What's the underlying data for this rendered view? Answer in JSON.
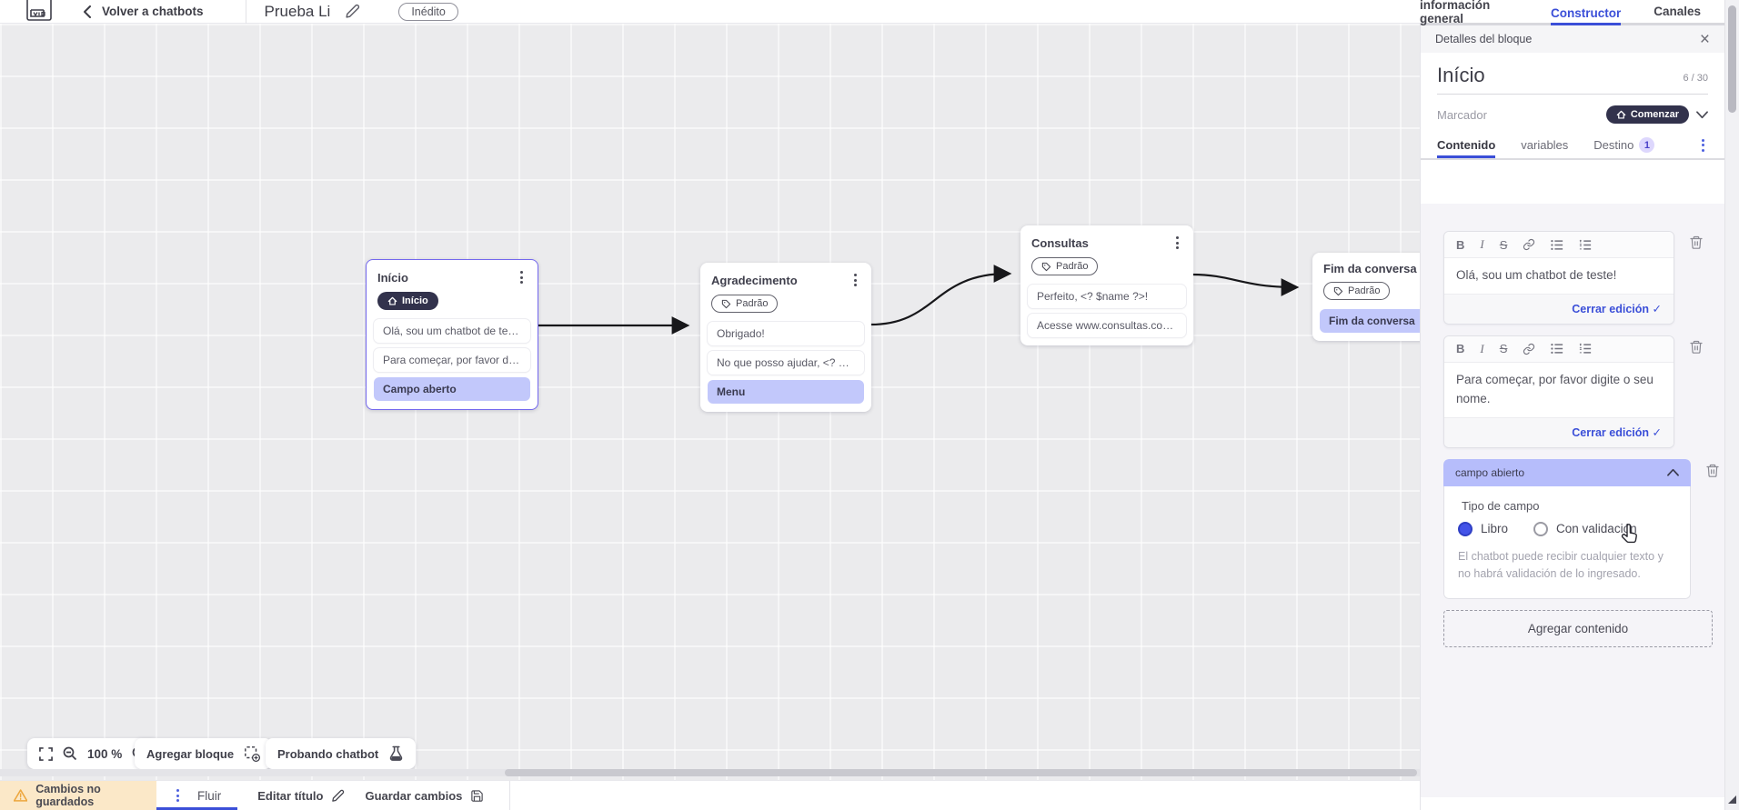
{
  "header": {
    "back_label": "Volver a chatbots",
    "chatbot_title": "Prueba Li",
    "status_badge": "Inédito",
    "nav_tabs": [
      {
        "label": "información general",
        "active": false
      },
      {
        "label": "Constructor",
        "active": true
      },
      {
        "label": "Canales",
        "active": false
      }
    ]
  },
  "panel": {
    "title": "Detalles del bloque",
    "block_name": "Início",
    "name_counter": "6 / 30",
    "marker_label": "Marcador",
    "marker_value": "Comenzar",
    "tabs": {
      "content": "Contenido",
      "variables": "variables",
      "destination": "Destino",
      "destination_badge": "1"
    },
    "richtext_toolbar": {
      "bold": "B",
      "italic": "I",
      "strike": "S"
    },
    "editors": [
      {
        "text": "Olá, sou um chatbot de teste!",
        "close_label": "Cerrar edición",
        "check": "✓"
      },
      {
        "text": "Para começar, por favor digite o seu nome.",
        "close_label": "Cerrar edición",
        "check": "✓"
      }
    ],
    "open_field": {
      "header": "campo abierto",
      "type_label": "Tipo de campo",
      "option_free": "Libro",
      "option_validated": "Con validación",
      "help_text": "El chatbot puede recibir cualquier texto y no habrá validación de lo ingresado."
    },
    "add_content_label": "Agregar contenido",
    "close_label": "×"
  },
  "canvas": {
    "blocks": [
      {
        "title": "Início",
        "badge": "Início",
        "rows": [
          "Olá, sou um chatbot de teste!",
          "Para começar, por favor digite o ...",
          "Campo aberto"
        ]
      },
      {
        "title": "Agradecimento",
        "badge": "Padrão",
        "rows": [
          "Obrigado!",
          "No que posso ajudar, <? $name ...",
          "Menu"
        ]
      },
      {
        "title": "Consultas",
        "badge": "Padrão",
        "rows": [
          "Perfeito, <? $name ?>!",
          "Acesse www.consultas.com par..."
        ]
      },
      {
        "title": "Fim da conversa",
        "badge": "Padrão",
        "rows": [
          "Fim da conversa"
        ]
      }
    ]
  },
  "toolbar": {
    "zoom_level": "100 %",
    "add_block_label": "Agregar bloque",
    "test_label": "Probando chatbot"
  },
  "statusbar": {
    "unsaved_label": "Cambios no guardados",
    "flow_tab_label": "Fluir",
    "edit_title_label": "Editar título",
    "save_label": "Guardar cambios"
  },
  "colors": {
    "accent_blue": "#3b4fd8",
    "highlight_row": "#c2c8fb",
    "field_header": "#b6bdfb",
    "dark_badge": "#32324c",
    "selected_block_border": "#7468ee",
    "warning_bg": "#fbe8c8",
    "warning_icon": "#eda73f"
  }
}
